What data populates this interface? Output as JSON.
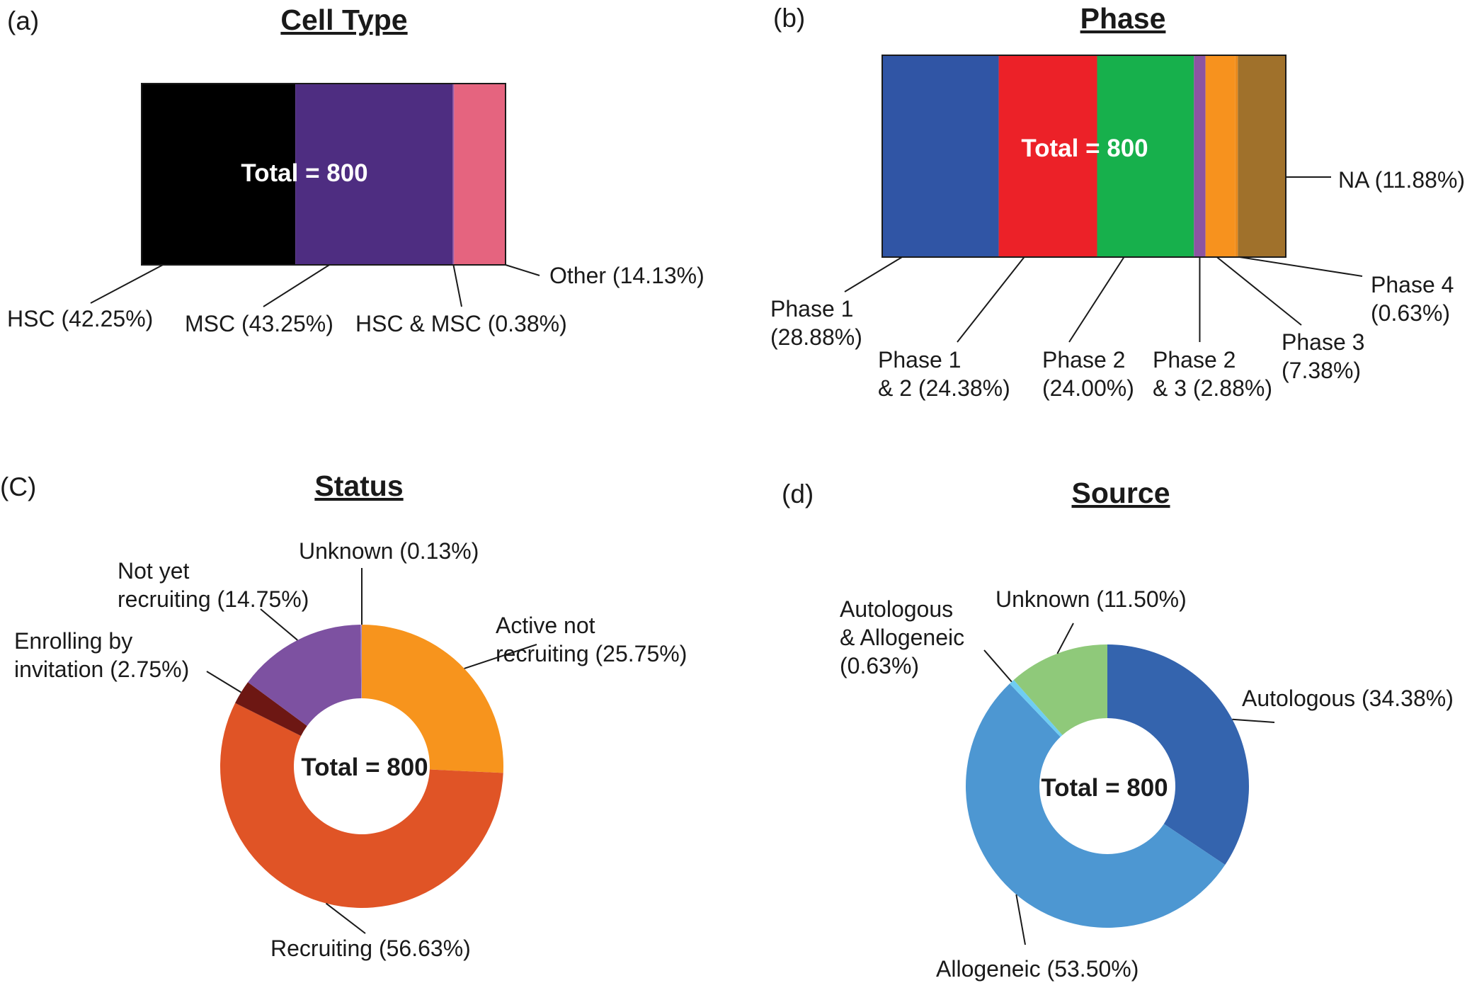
{
  "chart_data": [
    {
      "type": "bar",
      "stacked": true,
      "orientation": "horizontal",
      "panel": "(a)",
      "title": "Cell Type",
      "center_label": "Total = 800",
      "segments": [
        {
          "name": "HSC",
          "value": 42.25,
          "label": "HSC (42.25%)",
          "color": "#000000"
        },
        {
          "name": "MSC",
          "value": 43.25,
          "label": "MSC (43.25%)",
          "color": "#4e2d81"
        },
        {
          "name": "HSC & MSC",
          "value": 0.38,
          "label": "HSC & MSC (0.38%)",
          "color": "#9f5ea8"
        },
        {
          "name": "Other",
          "value": 14.13,
          "label": "Other (14.13%)",
          "color": "#e5647f"
        }
      ]
    },
    {
      "type": "bar",
      "stacked": true,
      "orientation": "horizontal",
      "panel": "(b)",
      "title": "Phase",
      "center_label": "Total = 800",
      "segments": [
        {
          "name": "Phase 1",
          "value": 28.88,
          "label": [
            "Phase 1",
            "(28.88%)"
          ],
          "color": "#3055a5"
        },
        {
          "name": "Phase 1 & 2",
          "value": 24.38,
          "label": [
            "Phase 1",
            "& 2 (24.38%)"
          ],
          "color": "#ec2128"
        },
        {
          "name": "Phase 2",
          "value": 24.0,
          "label": [
            "Phase 2",
            "(24.00%)"
          ],
          "color": "#17b04c"
        },
        {
          "name": "Phase 2 & 3",
          "value": 2.88,
          "label": [
            "Phase 2",
            "& 3 (2.88%)"
          ],
          "color": "#8c54a2"
        },
        {
          "name": "Phase 3",
          "value": 7.38,
          "label": [
            "Phase 3",
            "(7.38%)"
          ],
          "color": "#f7921e"
        },
        {
          "name": "Phase 4",
          "value": 0.63,
          "label": [
            "Phase 4",
            "(0.63%)"
          ],
          "color": "#ea8a1c"
        },
        {
          "name": "NA",
          "value": 11.88,
          "label": [
            "NA (11.88%)"
          ],
          "color": "#a0712b"
        }
      ]
    },
    {
      "type": "pie",
      "donut": true,
      "panel": "(C)",
      "title": "Status",
      "center_label": "Total = 800",
      "slices": [
        {
          "name": "Active not recruiting",
          "value": 25.75,
          "label": [
            "Active not",
            "recruiting (25.75%)"
          ],
          "color": "#f7941d"
        },
        {
          "name": "Recruiting",
          "value": 56.63,
          "label": [
            "Recruiting (56.63%)"
          ],
          "color": "#e05426"
        },
        {
          "name": "Enrolling by invitation",
          "value": 2.75,
          "label": [
            "Enrolling by",
            "invitation (2.75%)"
          ],
          "color": "#6d1713"
        },
        {
          "name": "Not yet recruiting",
          "value": 14.75,
          "label": [
            "Not yet",
            "recruiting (14.75%)"
          ],
          "color": "#7d51a1"
        },
        {
          "name": "Unknown",
          "value": 0.13,
          "label": [
            "Unknown (0.13%)"
          ],
          "color": "#a78dc7"
        }
      ]
    },
    {
      "type": "pie",
      "donut": true,
      "panel": "(d)",
      "title": "Source",
      "center_label": "Total = 800",
      "slices": [
        {
          "name": "Autologous",
          "value": 34.38,
          "label": [
            "Autologous (34.38%)"
          ],
          "color": "#3464ae"
        },
        {
          "name": "Allogeneic",
          "value": 53.5,
          "label": [
            "Allogeneic (53.50%)"
          ],
          "color": "#4d97d2"
        },
        {
          "name": "Autologous & Allogeneic",
          "value": 0.63,
          "label": [
            "Autologous",
            "& Allogeneic",
            "(0.63%)"
          ],
          "color": "#6fcdf2"
        },
        {
          "name": "Unknown",
          "value": 11.5,
          "label": [
            "Unknown (11.50%)"
          ],
          "color": "#8fc97a"
        }
      ]
    }
  ]
}
